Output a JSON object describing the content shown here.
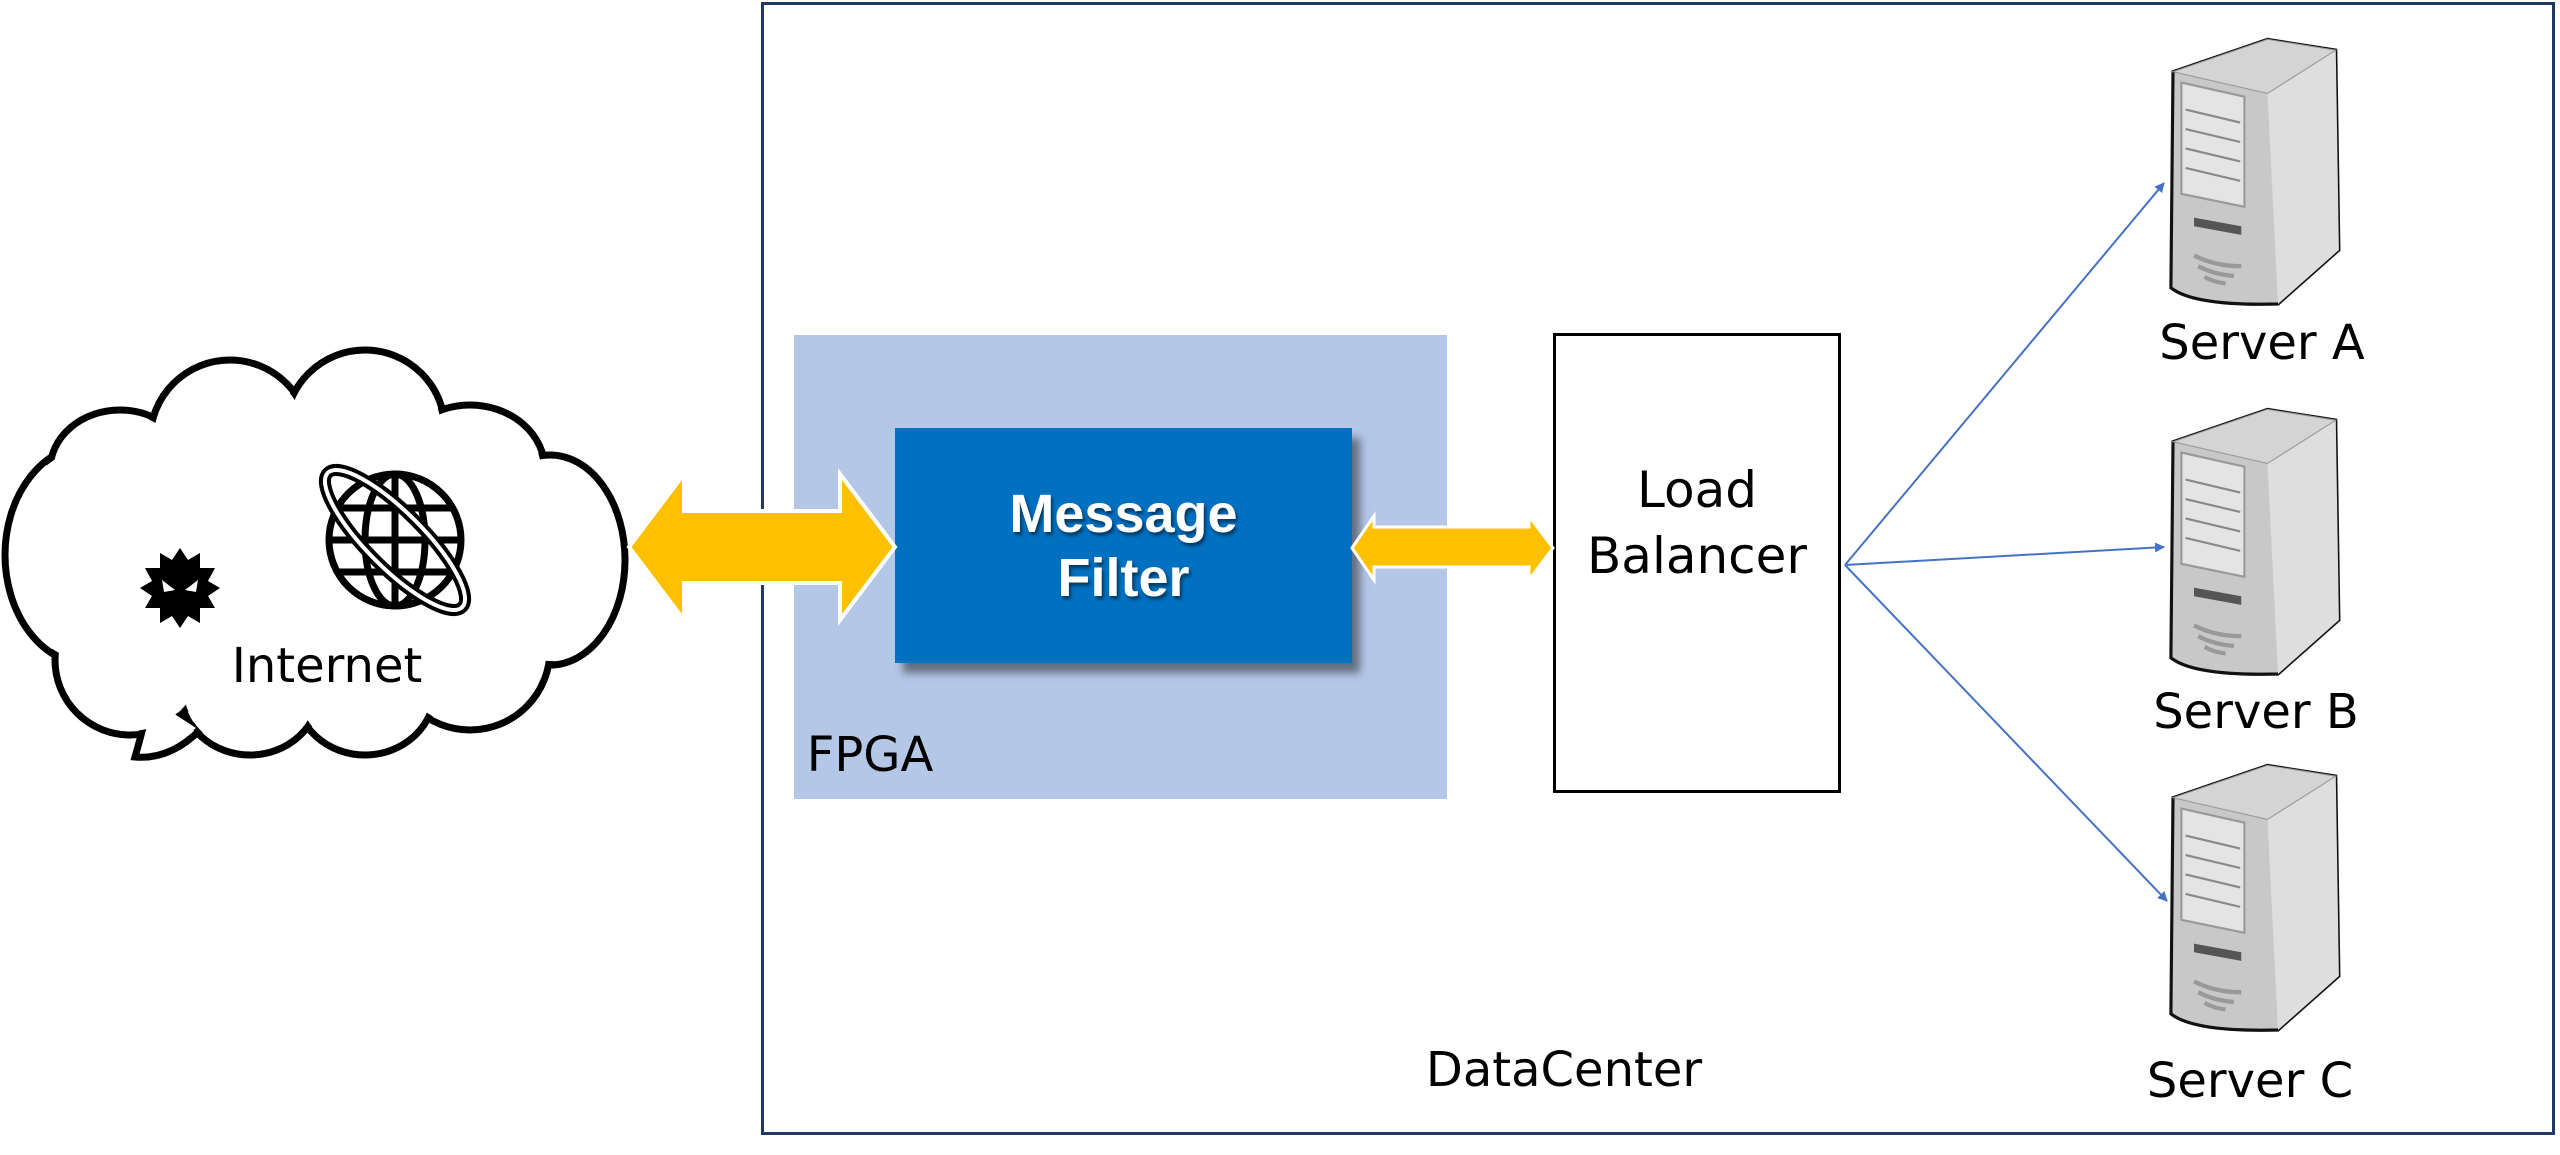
{
  "internet": {
    "label": "Internet",
    "icons": [
      "virus-icon",
      "globe-icon"
    ]
  },
  "datacenter": {
    "label": "DataCenter"
  },
  "fpga": {
    "label": "FPGA"
  },
  "message_filter": {
    "line1": "Message",
    "line2": "Filter"
  },
  "load_balancer": {
    "line1": "Load",
    "line2": "Balancer"
  },
  "servers": [
    {
      "label": "Server A"
    },
    {
      "label": "Server B"
    },
    {
      "label": "Server C"
    }
  ],
  "colors": {
    "fpga": "#b4c7e7",
    "filter": "#0070c0",
    "arrow": "#ffc000",
    "connector": "#4472c4",
    "border": "#1f3864"
  }
}
